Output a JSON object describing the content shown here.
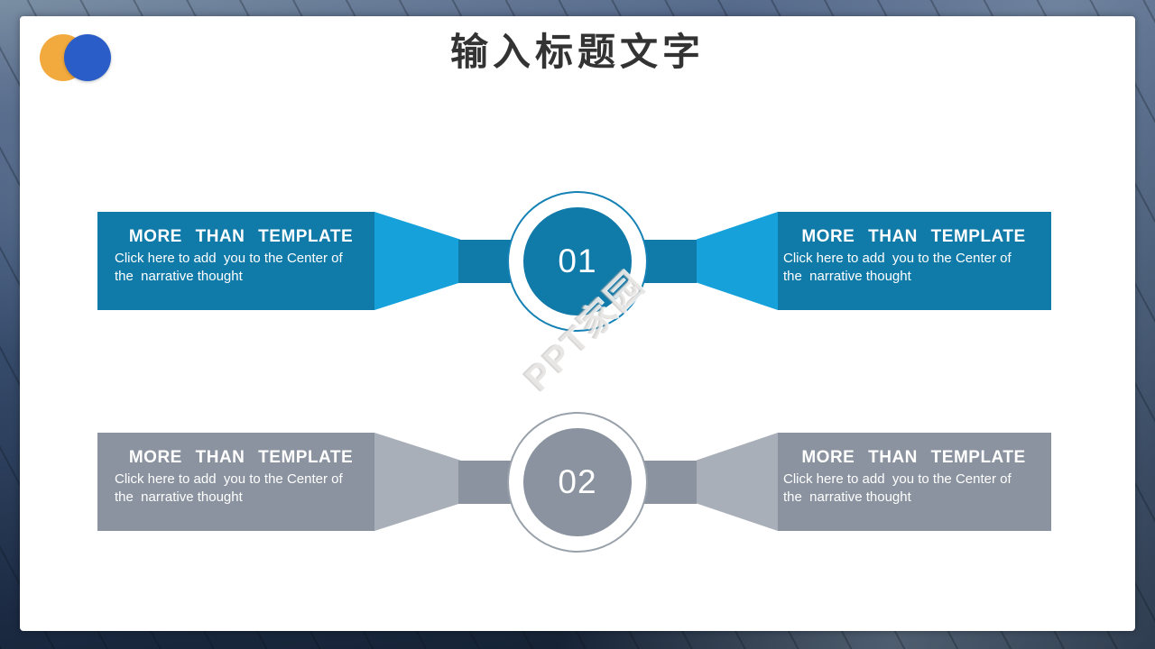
{
  "slide": {
    "title": "输入标题文字",
    "watermark": "PPT家园"
  },
  "rows": [
    {
      "number": "01",
      "left": {
        "heading": "MORE THAN TEMPLATE",
        "body": "Click here to add  you to the Center of\nthe  narrative thought"
      },
      "right": {
        "heading": "MORE THAN TEMPLATE",
        "body": "Click here to add  you to the Center of\nthe  narrative thought"
      }
    },
    {
      "number": "02",
      "left": {
        "heading": "MORE THAN TEMPLATE",
        "body": "Click here to add  you to the Center of\nthe  narrative thought"
      },
      "right": {
        "heading": "MORE THAN TEMPLATE",
        "body": "Click here to add  you to the Center of\nthe  narrative thought"
      }
    }
  ],
  "colors": {
    "accent_blue_dark": "#107AA9",
    "accent_blue_light": "#16A1DB",
    "accent_blue_ring": "#1581B5",
    "gray_dark": "#8A939F",
    "gray_light": "#A8AFB8",
    "gray_ring": "#99A1AB",
    "logo_yellow": "#F2A93E",
    "logo_blue": "#2B5DC9",
    "title_text": "#333333",
    "panel_bg": "#FFFFFF",
    "bg_top": "#7A8EA3",
    "bg_bottom": "#121D2C"
  }
}
